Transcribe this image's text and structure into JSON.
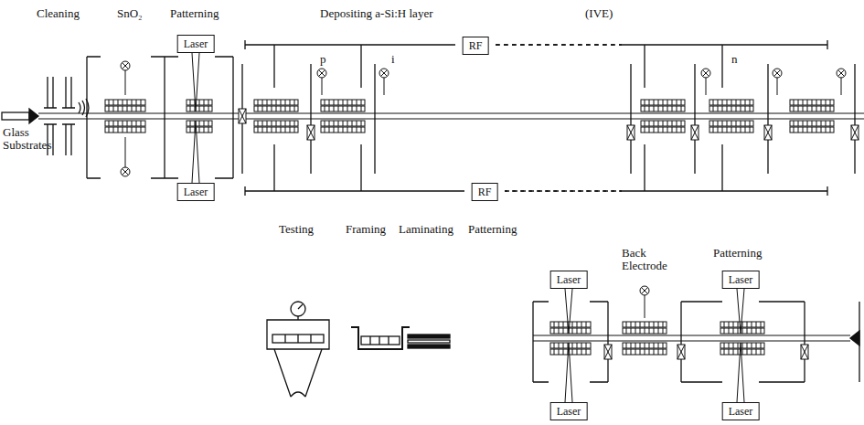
{
  "diagram": {
    "nodes": [
      {
        "text": [
          "Laser"
        ]
      },
      {
        "text": [
          "Laser"
        ]
      },
      {
        "text": [
          "RF"
        ]
      },
      {
        "text": [
          "RF"
        ]
      },
      {
        "text": [
          "Laser"
        ]
      },
      {
        "text": [
          "Laser"
        ]
      },
      {
        "text": [
          "Laser"
        ]
      },
      {
        "text": [
          "Laser"
        ]
      }
    ],
    "labels": [
      "Cleaning",
      "SnO₂",
      "Patterning",
      "Depositing a-Si:H layer",
      "(IVE)",
      "Glass Substrates",
      "p",
      "i",
      "n",
      "Testing",
      "Framing",
      "Laminating",
      "Patterning",
      "Back Electrode",
      "Patterning"
    ]
  }
}
